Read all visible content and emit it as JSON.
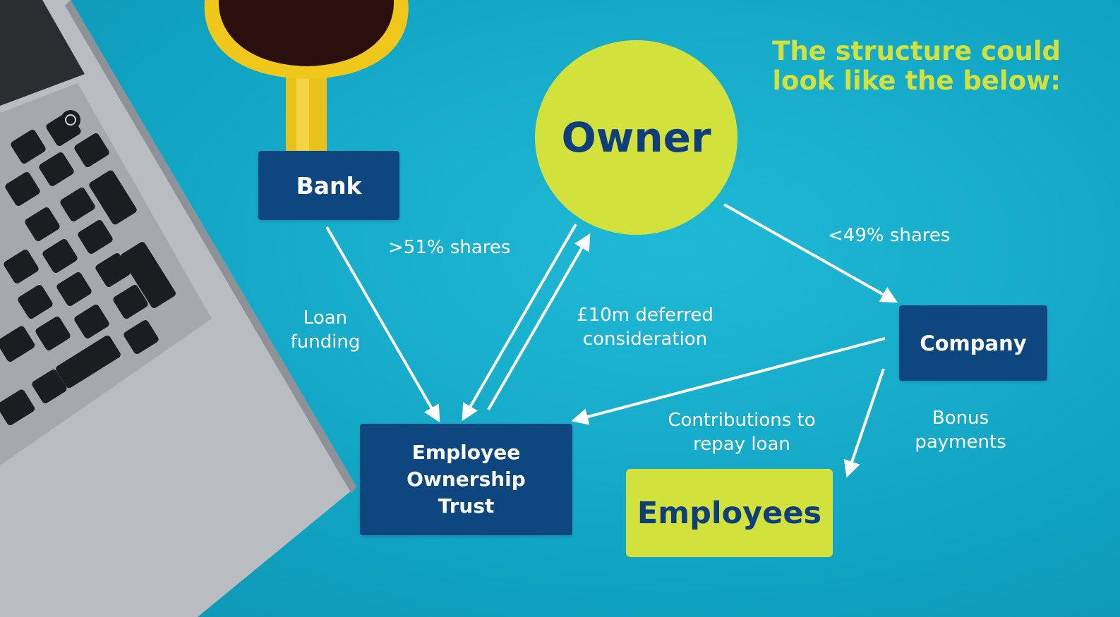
{
  "headline": {
    "line1": "The structure could",
    "line2": "look like the below:"
  },
  "nodes": {
    "owner": "Owner",
    "bank": "Bank",
    "company": "Company",
    "eot": {
      "line1": "Employee",
      "line2": "Ownership",
      "line3": "Trust"
    },
    "employees": "Employees"
  },
  "edges": {
    "shares_eot": ">51% shares",
    "loan_funding": {
      "line1": "Loan",
      "line2": "funding"
    },
    "deferred": {
      "line1": "£10m deferred",
      "line2": "consideration"
    },
    "shares_company": "<49% shares",
    "contributions": {
      "line1": "Contributions to",
      "line2": "repay loan"
    },
    "bonus": {
      "line1": "Bonus",
      "line2": "payments"
    }
  },
  "colors": {
    "background": "#11a7c6",
    "navy": "#0e4680",
    "lime": "#d3e13c",
    "arrow": "#ffffff"
  },
  "icons": [
    "laptop-keyboard-photo",
    "coffee-mug-photo"
  ]
}
